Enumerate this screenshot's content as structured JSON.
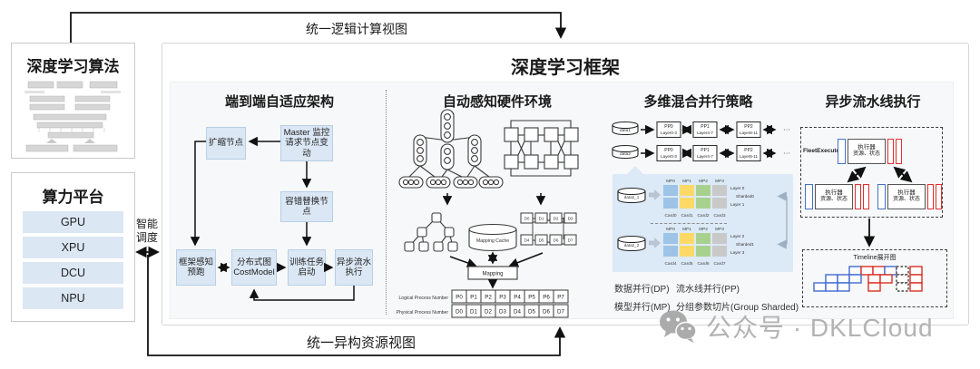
{
  "connectors": {
    "top_label": "统一逻辑计算视图",
    "bottom_label": "统一异构资源视图",
    "scheduler_label": "智能调度"
  },
  "algorithm": {
    "title": "深度学习算法"
  },
  "platform": {
    "title": "算力平台",
    "items": [
      "GPU",
      "XPU",
      "DCU",
      "NPU"
    ]
  },
  "framework": {
    "title": "深度学习框架",
    "adaptive": {
      "title": "端到端自适应架构",
      "scale_node": "扩缩节点",
      "master_node": "Master 监控请求节点变动",
      "fault_node": "容错替换节点",
      "prerun_node": "框架感知预跑",
      "costmodel_node": "分布式图CostModel",
      "launch_node": "训练任务启动",
      "async_node": "异步流水执行"
    },
    "hardware": {
      "title": "自动感知硬件环境",
      "cache_label": "Mapping Cache",
      "mapping_label": "Mapping",
      "logical_label": "Logical Process Number",
      "physical_label": "Physical Process Number",
      "logical_cells": [
        "P0",
        "P1",
        "P2",
        "P3",
        "P4",
        "P5",
        "P6",
        "P7"
      ],
      "physical_cells": [
        "D0",
        "D1",
        "D2",
        "D3",
        "D4",
        "D5",
        "D6",
        "D7"
      ],
      "device_cells": [
        "D0",
        "D1",
        "D2",
        "D3",
        "D4",
        "D5",
        "D6",
        "D7"
      ]
    },
    "parallel": {
      "title": "多维混合并行策略",
      "sources": [
        "data1",
        "data2"
      ],
      "stages": [
        {
          "name": "PP0",
          "layers": "Layer0-3"
        },
        {
          "name": "PP1",
          "layers": "Layer4-7"
        },
        {
          "name": "PP2",
          "layers": "Layer8-11"
        }
      ],
      "ellipsis": "⋯",
      "groups": [
        {
          "source": "data2_1",
          "mps": [
            "MP0",
            "MP1",
            "MP2",
            "MP3"
          ],
          "cards": [
            "Card0",
            "Card1",
            "Card2",
            "Card3"
          ],
          "layer_top": "Layer 0",
          "sharded": "Sharded0",
          "layer_bottom": "Layer 1"
        },
        {
          "source": "data2_2",
          "mps": [
            "MP0",
            "MP1",
            "MP2",
            "MP3"
          ],
          "cards": [
            "Card4",
            "Card5",
            "Card6",
            "Card7"
          ],
          "layer_top": "Layer 2",
          "sharded": "Sharded1",
          "layer_bottom": "Layer 3"
        }
      ],
      "legend": [
        "数据并行(DP)",
        "流水线并行(PP)",
        "模型并行(MP)",
        "分组参数切片(Group Sharded)"
      ]
    },
    "pipeline_exec": {
      "title": "异步流水线执行",
      "fleet_label": "FleetExecutor",
      "executor_title": "执行器",
      "executor_sub": "资源、状态",
      "timeline_label": "Timeline展开图"
    }
  },
  "watermark": {
    "text": "公众号 · DKLCloud"
  },
  "colors": {
    "node_blue": "#dbe7f4",
    "cell_blue": "#9dc3e6",
    "cell_yellow": "#ffd966",
    "cell_green": "#a9d18e",
    "cell_gray": "#c9c9c9",
    "exec_blue": "#4472c4",
    "exec_red": "#e03030"
  }
}
